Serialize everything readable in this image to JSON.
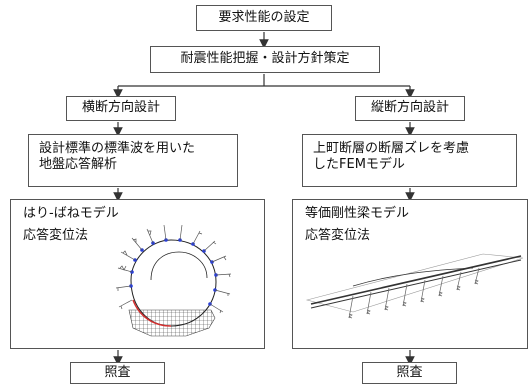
{
  "flow": {
    "top1": "要求性能の設定",
    "top2": "耐震性能把握・設計方針策定",
    "left": {
      "heading": "横断方向設計",
      "analysis_line1": "設計標準の標準波を用いた",
      "analysis_line2": "地盤応答解析",
      "model_line1": "はり-ばねモデル",
      "model_line2": "応答変位法",
      "check": "照査"
    },
    "right": {
      "heading": "縦断方向設計",
      "analysis_line1": "上町断層の断層ズレを考慮",
      "analysis_line2": "したFEMモデル",
      "model_line1": "等価剛性梁モデル",
      "model_line2": "応答変位法",
      "check": "照査"
    }
  },
  "colors": {
    "arrow": "#333333",
    "border": "#555555",
    "node": "#2a3fd6",
    "node_red": "#d23030"
  }
}
